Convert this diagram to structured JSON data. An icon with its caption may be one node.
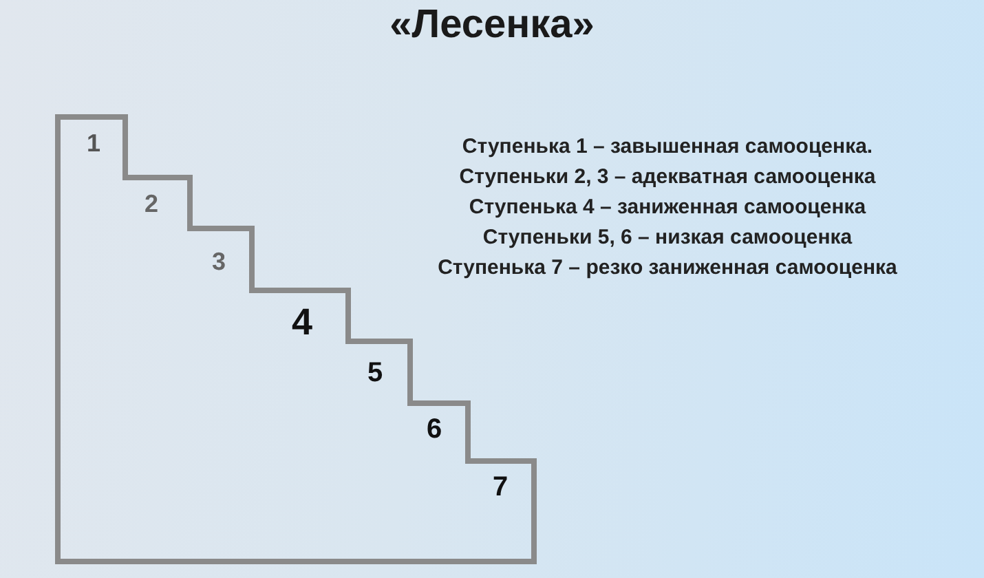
{
  "diagram": {
    "title": "«Лесенка»",
    "nodes": [
      {
        "text": [
          "1",
          "2",
          "3",
          "4",
          "5",
          "6",
          "7"
        ]
      }
    ],
    "labels": [
      "Ступенька 1 – завышенная самооценка.",
      "Ступеньки 2, 3 – адекватная самооценка",
      "Ступенька 4 – заниженная самооценка",
      "Ступеньки 5, 6 – низкая самооценка",
      "Ступенька 7 – резко заниженная самооценка"
    ]
  }
}
